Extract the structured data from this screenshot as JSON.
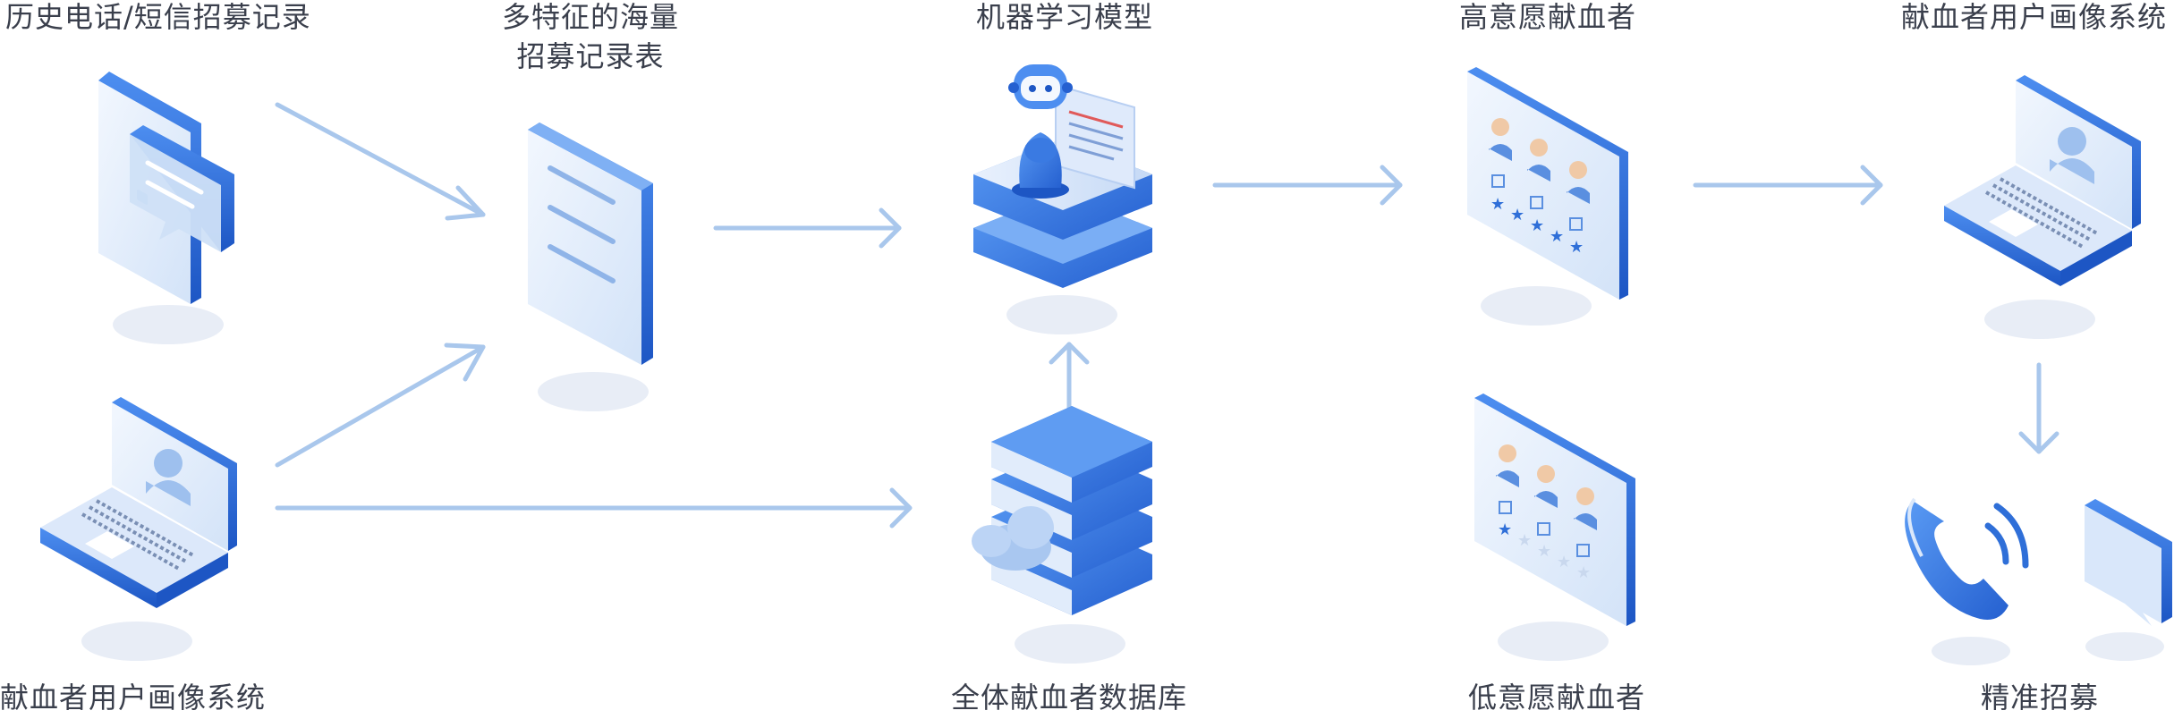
{
  "nodes": {
    "history_records": "历史电话/短信招募记录",
    "massive_records_line1": "多特征的海量",
    "massive_records_line2": "招募记录表",
    "ml_model": "机器学习模型",
    "high_intent_donors": "高意愿献血者",
    "low_intent_donors": "低意愿献血者",
    "donor_profile_system_left": "献血者用户画像系统",
    "donor_profile_system_right": "献血者用户画像系统",
    "donor_database": "全体献血者数据库",
    "precise_recruitment": "精准招募"
  },
  "colors": {
    "arrow": "#a9c7ec",
    "primary_blue": "#2f6fd8",
    "light_blue": "#dbe8fa",
    "shadow": "#e8edf6",
    "text": "#3a3f4c"
  }
}
